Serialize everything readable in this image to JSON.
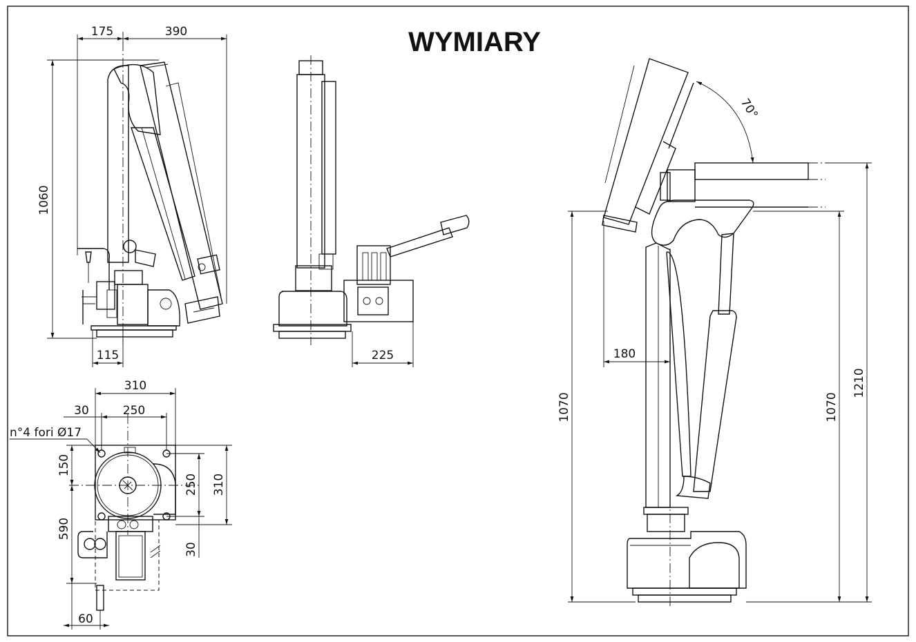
{
  "title": "WYMIARY",
  "side_view": {
    "dims": {
      "top_left": "175",
      "top_right": "390",
      "height": "1060",
      "base": "115"
    }
  },
  "front_view": {
    "dims": {
      "depth": "225"
    }
  },
  "plan_view": {
    "dims": {
      "width_total": "310",
      "width_holes": "250",
      "offset": "30",
      "holes_label": "n°4 fori Ø17",
      "depth_150": "150",
      "depth_590": "590",
      "side_250": "250",
      "side_310": "310",
      "side_30": "30",
      "foot_60": "60"
    }
  },
  "big_view": {
    "dims": {
      "angle": "70°",
      "offset": "180",
      "height_left": "1070",
      "height_right": "1070",
      "height_total": "1210"
    }
  }
}
